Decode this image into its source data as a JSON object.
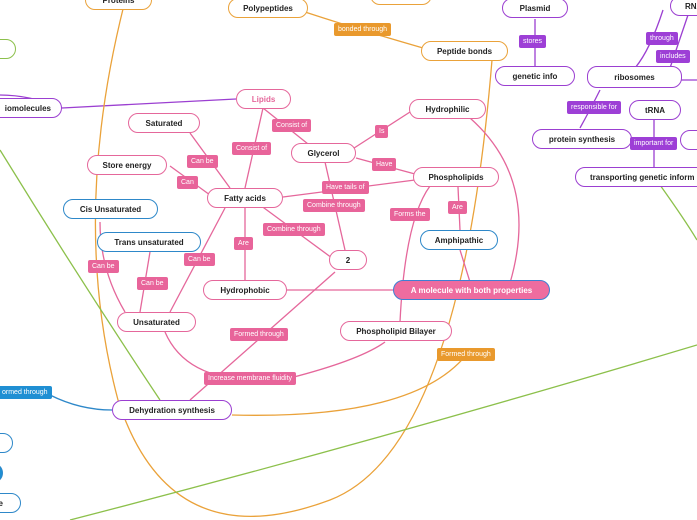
{
  "colors": {
    "pink": "#e5679b",
    "purple": "#9b3fd1",
    "orange": "#eaa23a",
    "blue": "#2e88c9",
    "green": "#8cc04b"
  },
  "nodes": {
    "proteins": "Proteins",
    "polypeptides": "Polypeptides",
    "plasmid": "Plasmid",
    "rna": "RNA",
    "biomolecules": "iomolecules",
    "lipids": "Lipids",
    "peptide_bonds": "Peptide bonds",
    "genetic_info": "genetic info",
    "ribosomes": "ribosomes",
    "saturated": "Saturated",
    "hydrophilic": "Hydrophilic",
    "glycerol": "Glycerol",
    "trna": "tRNA",
    "protein_synthesis": "protein synthesis",
    "store_energy": "Store energy",
    "phospholipids": "Phospholipids",
    "transporting_genetic_info": "transporting genetic inform",
    "fatty_acids": "Fatty acids",
    "cis_unsaturated": "Cis Unsaturated",
    "trans_unsaturated": "Trans unsaturated",
    "amphipathic": "Amphipathic",
    "two": "2",
    "hydrophobic": "Hydrophobic",
    "both_properties": "A molecule with both properties",
    "unsaturated": "Unsaturated",
    "phospholipid_bilayer": "Phospholipid Bilayer",
    "dehydration_synthesis": "Dehydration synthesis",
    "left_e": "e"
  },
  "labels": {
    "bonded_through": "bonded through",
    "stores": "stores",
    "through": "through",
    "includes": "includes",
    "responsible_for": "responsible for",
    "important_for": "important for",
    "consist_of_1": "Consist of",
    "consist_of_2": "Consist of",
    "is": "Is",
    "can_be_1": "Can be",
    "have": "Have",
    "can_1": "Can",
    "have_tails_of": "Have tails of",
    "combine_through_1": "Combine through",
    "forms_the": "Forms the",
    "are_1": "Are",
    "are_2": "Are",
    "combine_through_2": "Combine through",
    "can_be_2": "Can be",
    "can_be_3": "Can be",
    "can_be_4": "Can be",
    "formed_through_1": "Formed through",
    "formed_through_2": "Formed through",
    "formed_through_3": "ormed through",
    "increase_membrane_fluidity": "Increase membrane fluidity"
  }
}
